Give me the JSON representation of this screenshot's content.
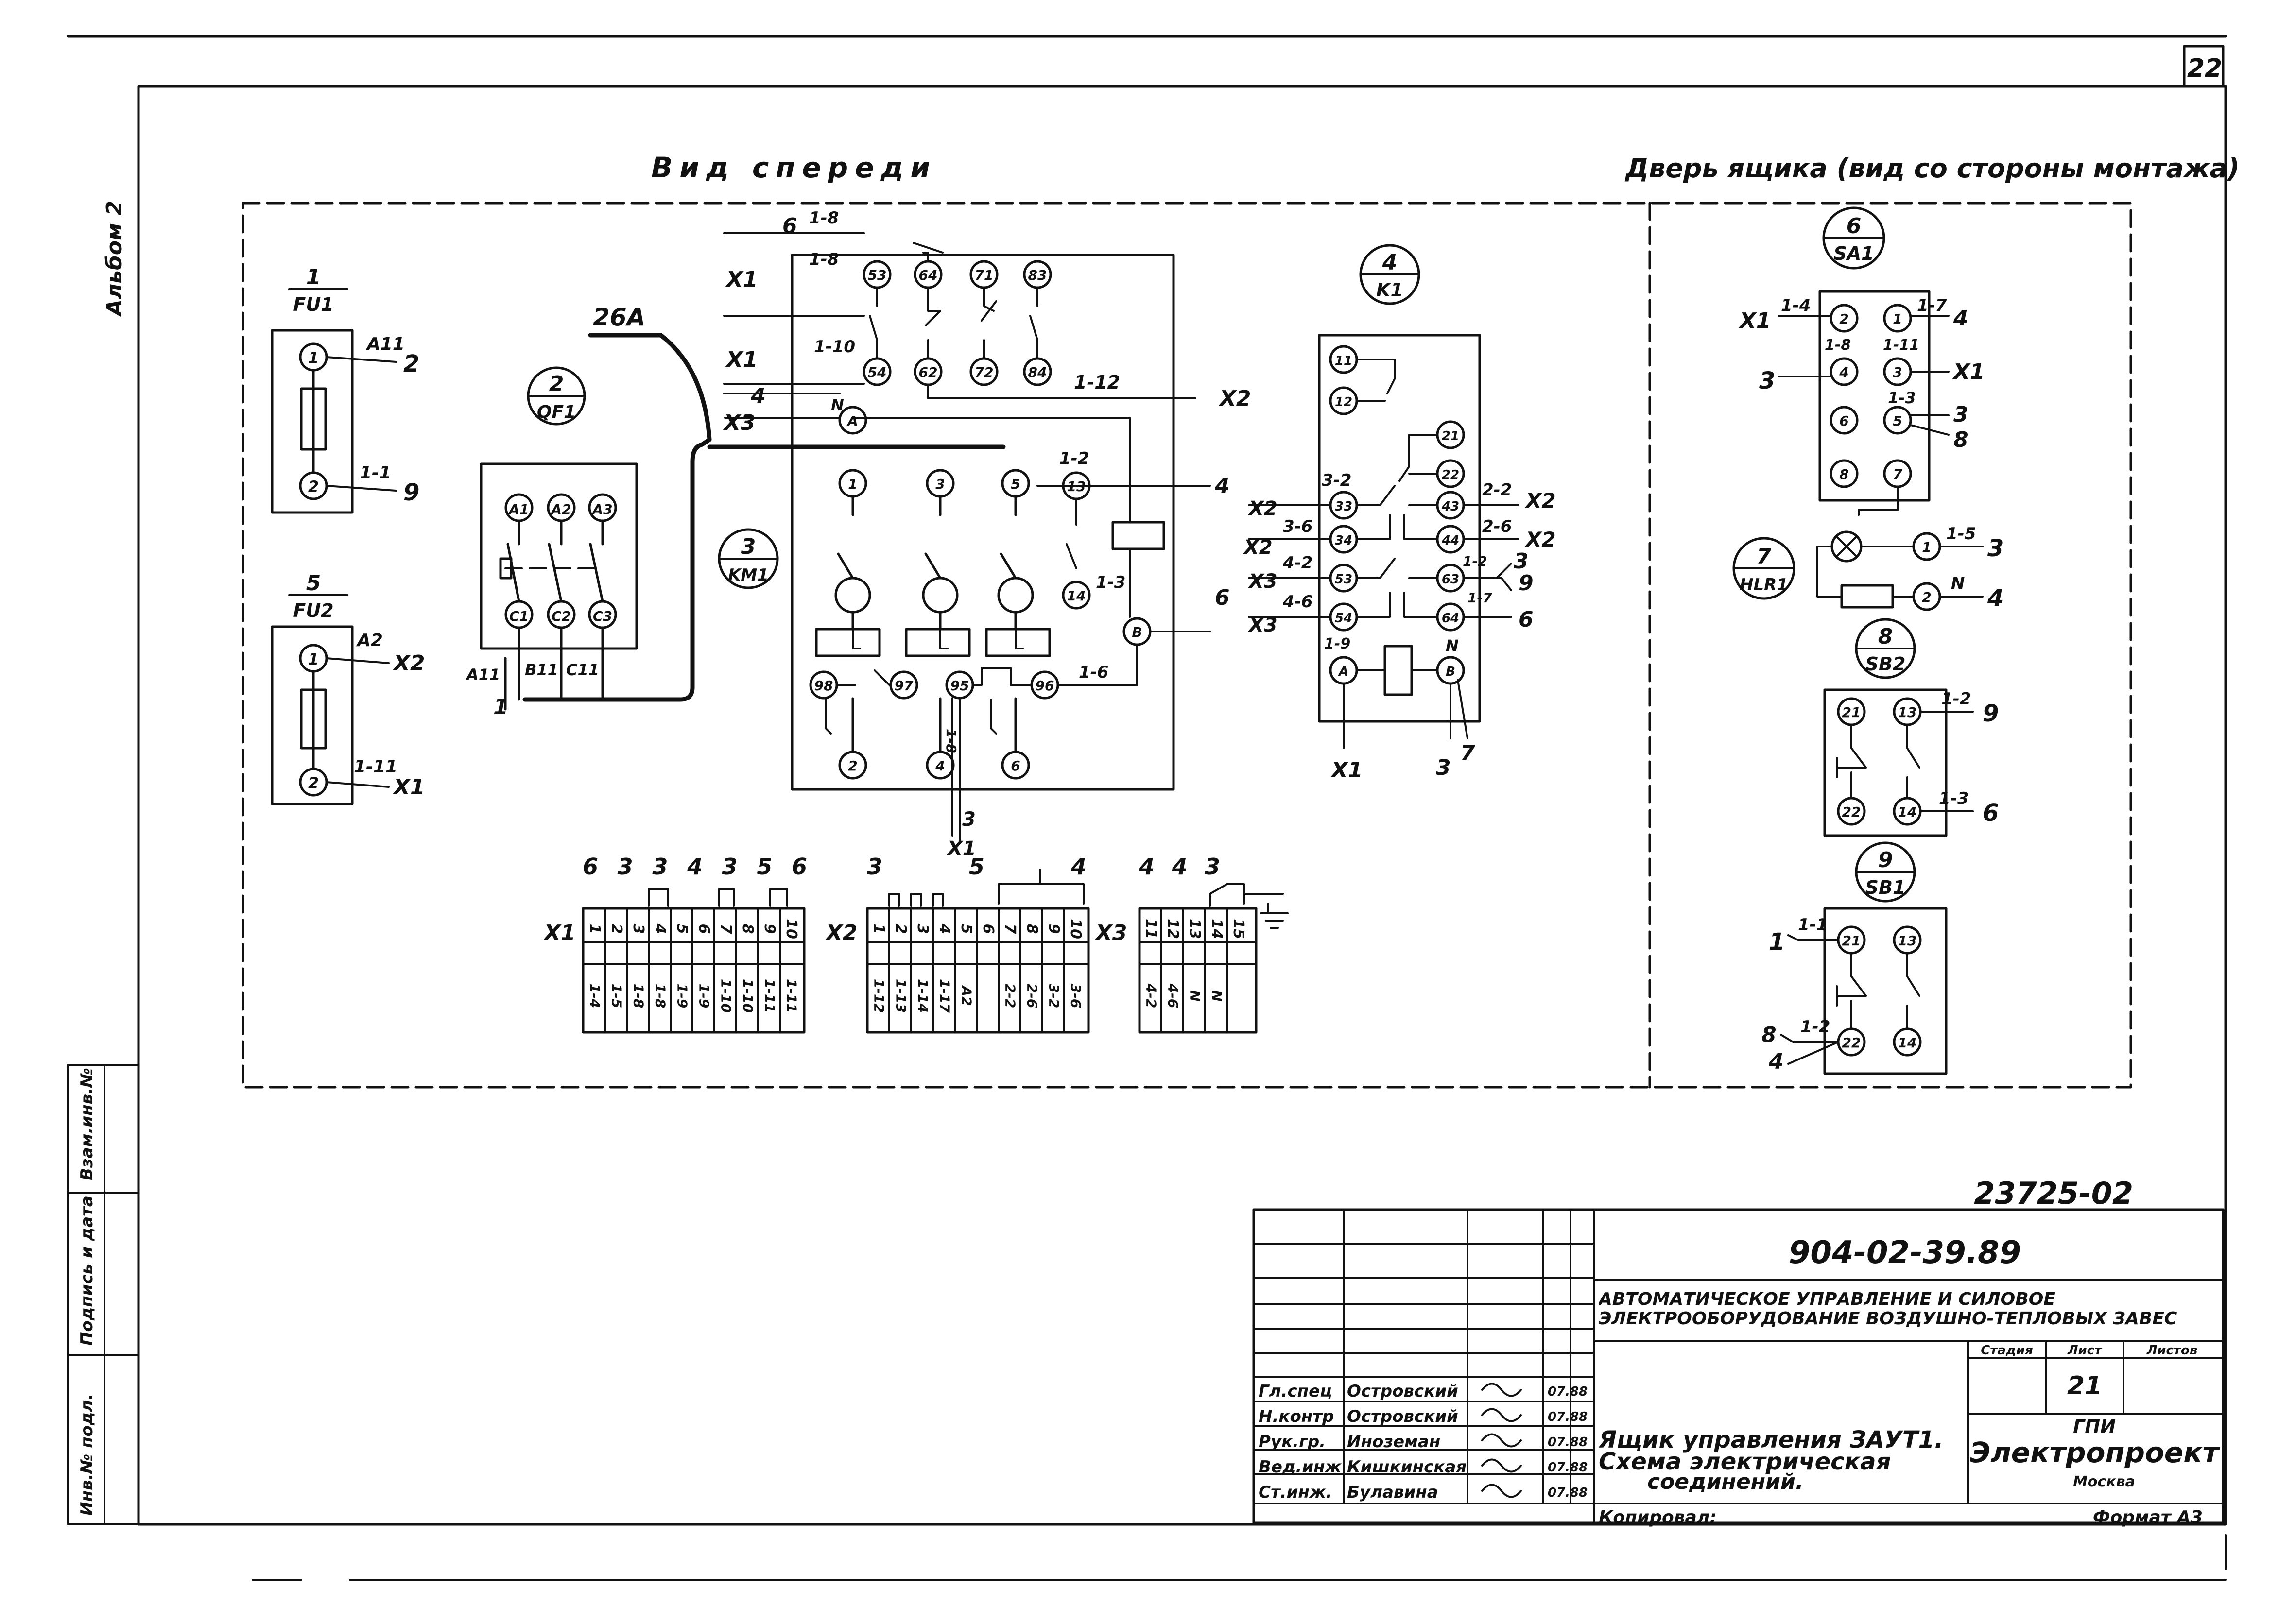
{
  "sheet": {
    "number": "22",
    "side_label": "Альбом 2",
    "stamp_number": "23725-02"
  },
  "views": {
    "front": "Вид спереди",
    "door": "Дверь ящика (вид со стороны монтажа)"
  },
  "devices": [
    {
      "num": "1",
      "code": "FU1"
    },
    {
      "num": "2",
      "code": "QF1"
    },
    {
      "num": "3",
      "code": "KM1"
    },
    {
      "num": "4",
      "code": "K1"
    },
    {
      "num": "5",
      "code": "FU2"
    },
    {
      "num": "6",
      "code": "SA1"
    },
    {
      "num": "7",
      "code": "HLR1"
    },
    {
      "num": "8",
      "code": "SB2"
    },
    {
      "num": "9",
      "code": "SB1"
    }
  ],
  "fu1": {
    "terms": [
      "1",
      "2"
    ],
    "tags": [
      "А11",
      "1-1"
    ],
    "dest": [
      "2",
      "9"
    ]
  },
  "fu2": {
    "terms": [
      "1",
      "2"
    ],
    "tags": [
      "А2",
      "1-11"
    ],
    "dest": [
      "Х2",
      "Х1"
    ]
  },
  "qf1": {
    "top": [
      "А1",
      "А2",
      "А3"
    ],
    "bottom": [
      "С1",
      "С2",
      "С3"
    ],
    "tags": [
      "А11",
      "В11",
      "С11"
    ],
    "out": "1",
    "bundle": "26А"
  },
  "km1": {
    "top": [
      "53",
      "64",
      "71",
      "83"
    ],
    "row2": [
      "54",
      "62",
      "72",
      "84"
    ],
    "main": [
      "1",
      "3",
      "5",
      "13"
    ],
    "aux": [
      "14",
      "В"
    ],
    "ov": [
      "98",
      "97",
      "95",
      "96"
    ],
    "outs": [
      "2",
      "4",
      "6"
    ],
    "a": "А",
    "left_w": [
      "Х1",
      "Х1",
      "4",
      "Х3",
      "6"
    ],
    "left_t": [
      "1-8",
      "1-10",
      "N",
      "1-8"
    ],
    "right_t": [
      "1-12",
      "1-2",
      "1-3",
      "1-6"
    ],
    "right_w": [
      "Х2",
      "4",
      "6"
    ],
    "bottom_w": [
      "Х1",
      "3"
    ],
    "bottom_t": "1-8"
  },
  "k1": {
    "terms": [
      "11",
      "12",
      "21",
      "22",
      "33",
      "43",
      "34",
      "44",
      "53",
      "63",
      "54",
      "64",
      "А",
      "В"
    ],
    "left_w": [
      "Х2",
      "Х2",
      "Х3",
      "Х3"
    ],
    "left_t": [
      "3-2",
      "3-6",
      "4-2",
      "4-6",
      "1-9"
    ],
    "right_w": [
      "Х2",
      "Х2",
      "3",
      "9",
      "6"
    ],
    "right_t": [
      "2-2",
      "2-6",
      "1-2",
      "1-7",
      "N"
    ],
    "bottom_w": [
      "Х1",
      "3",
      "7"
    ]
  },
  "terminal_blocks": [
    {
      "label": "Х1",
      "nums": [
        "1",
        "2",
        "3",
        "4",
        "5",
        "6",
        "7",
        "8",
        "9",
        "10"
      ],
      "wires": [
        "1-4",
        "1-5",
        "1-8",
        "1-8",
        "1-9",
        "1-9",
        "1-10",
        "1-10",
        "1-11",
        "1-11"
      ],
      "top": [
        "6",
        "3",
        "3",
        "4",
        "3",
        "5",
        "6"
      ]
    },
    {
      "label": "Х2",
      "nums": [
        "1",
        "2",
        "3",
        "4",
        "5",
        "6",
        "7",
        "8",
        "9",
        "10"
      ],
      "wires": [
        "1-12",
        "1-13",
        "1-14",
        "1-17",
        "А2",
        "",
        "2-2",
        "2-6",
        "3-2",
        "3-6"
      ],
      "top": [
        "3",
        "5",
        "4"
      ]
    },
    {
      "label": "Х3",
      "nums": [
        "11",
        "12",
        "13",
        "14",
        "15"
      ],
      "wires": [
        "4-2",
        "4-6",
        "N",
        "N"
      ],
      "top": [
        "4",
        "4",
        "3"
      ]
    }
  ],
  "sa1": {
    "terms": [
      "2",
      "1",
      "4",
      "3",
      "6",
      "5",
      "8",
      "7"
    ],
    "labels": [
      "1-4",
      "1-7",
      "1-8",
      "1-11",
      "1-3"
    ],
    "wires": [
      "Х1",
      "4",
      "3",
      "Х1",
      "3",
      "8"
    ]
  },
  "hlr1": {
    "terms": [
      "1",
      "2"
    ],
    "tags": [
      "1-5",
      "N"
    ],
    "wires": [
      "3",
      "4"
    ]
  },
  "sb2": {
    "terms": [
      "21",
      "13",
      "22",
      "14"
    ],
    "tags": [
      "1-2",
      "1-3"
    ],
    "wires": [
      "9",
      "6"
    ]
  },
  "sb1": {
    "terms": [
      "21",
      "13",
      "22",
      "14"
    ],
    "tags": [
      "1-1",
      "1-2"
    ],
    "wires": [
      "1",
      "8",
      "4"
    ]
  },
  "title_block": {
    "doc_code": "904-02-39.89",
    "project_title": "Автоматическое управление и силовое электрооборудование воздушно-тепловых завес",
    "headers": [
      "Стадия",
      "Лист",
      "Листов"
    ],
    "sheet_no": "21",
    "sheet_title": [
      "Ящик управления ЗАУТ1.",
      "Схема электрическая",
      "соединений."
    ],
    "org": [
      "ГПИ",
      "Электропроект",
      "Москва"
    ],
    "signers": [
      {
        "role": "Гл.спец",
        "name": "Островский",
        "date": "07.88"
      },
      {
        "role": "Н.контр",
        "name": "Островский",
        "date": "07.88"
      },
      {
        "role": "Рук.гр.",
        "name": "Иноземан",
        "date": "07.88"
      },
      {
        "role": "Вед.инж",
        "name": "Кишкинская",
        "date": "07.88"
      },
      {
        "role": "Ст.инж.",
        "name": "Булавина",
        "date": "07.88"
      }
    ],
    "copied": "Копировал:",
    "format": "Формат А3"
  },
  "side_columns": [
    "Инв.№ подл.",
    "Подпись и дата",
    "Взам.инв.№"
  ]
}
